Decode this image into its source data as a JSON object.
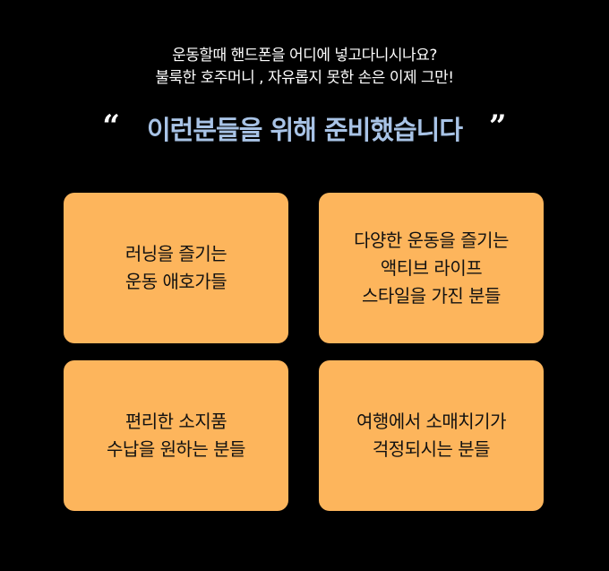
{
  "intro": {
    "line1": "운동할때 핸드폰을 어디에 넣고다니시나요?",
    "line2": "불룩한 호주머니 , 자유롭지 못한 손은 이제 그만!"
  },
  "headline": {
    "open_quote": "“",
    "text": "이런분들을 위해 준비했습니다",
    "close_quote": "”"
  },
  "colors": {
    "background": "#000000",
    "card": "#fdb55c",
    "headline": "#a8c3e6"
  },
  "cards": [
    {
      "lines": [
        "러닝을 즐기는",
        "운동 애호가들"
      ]
    },
    {
      "lines": [
        "다양한 운동을 즐기는",
        "액티브 라이프",
        "스타일을 가진 분들"
      ]
    },
    {
      "lines": [
        "편리한 소지품",
        "수납을 원하는 분들"
      ]
    },
    {
      "lines": [
        "여행에서 소매치기가",
        "걱정되시는 분들"
      ]
    }
  ]
}
